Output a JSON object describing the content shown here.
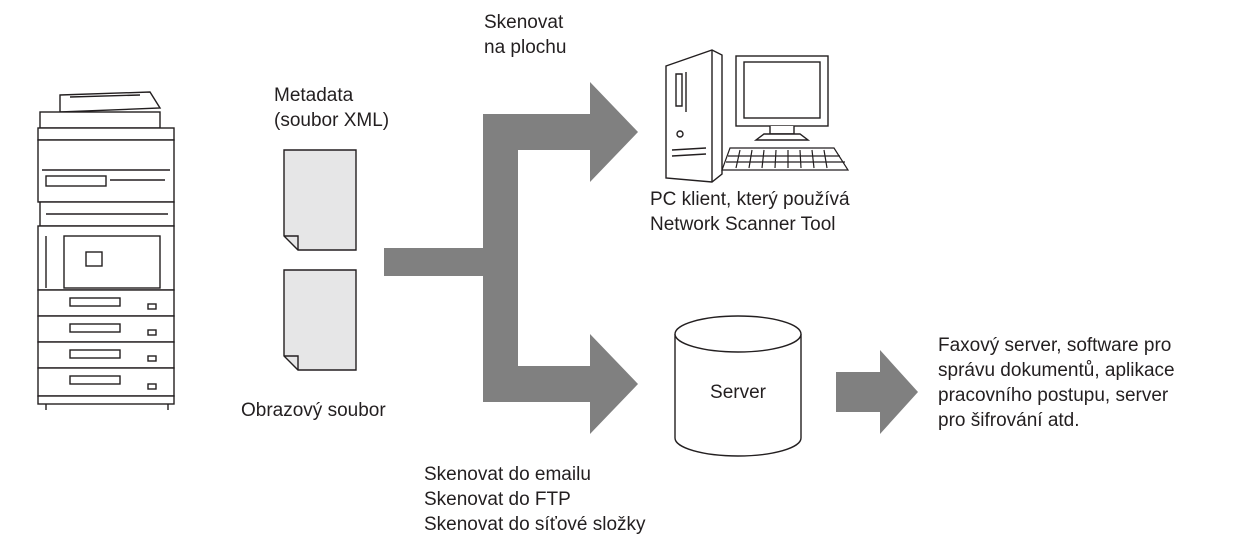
{
  "labels": {
    "scan_to_desktop": [
      "Skenovat",
      "na plochu"
    ],
    "metadata": [
      "Metadata",
      "(soubor XML)"
    ],
    "image_file": "Obrazový soubor",
    "pc_client": [
      "PC klient, který používá",
      "Network Scanner Tool"
    ],
    "server": "Server",
    "destinations": [
      "Faxový server, software pro",
      "správu dokumentů, aplikace",
      "pracovního postupu, server",
      "pro šifrování atd."
    ],
    "scan_targets": [
      "Skenovat do emailu",
      "Skenovat do FTP",
      "Skenovat do síťové složky"
    ]
  },
  "colors": {
    "arrow": "#808080",
    "outline": "#231f20",
    "document_fill": "#e6e6e7",
    "background": "#ffffff"
  },
  "icons": [
    "multifunction-printer-icon",
    "metadata-document-icon",
    "image-document-icon",
    "pc-tower-icon",
    "monitor-icon",
    "keyboard-icon",
    "server-cylinder-icon"
  ]
}
